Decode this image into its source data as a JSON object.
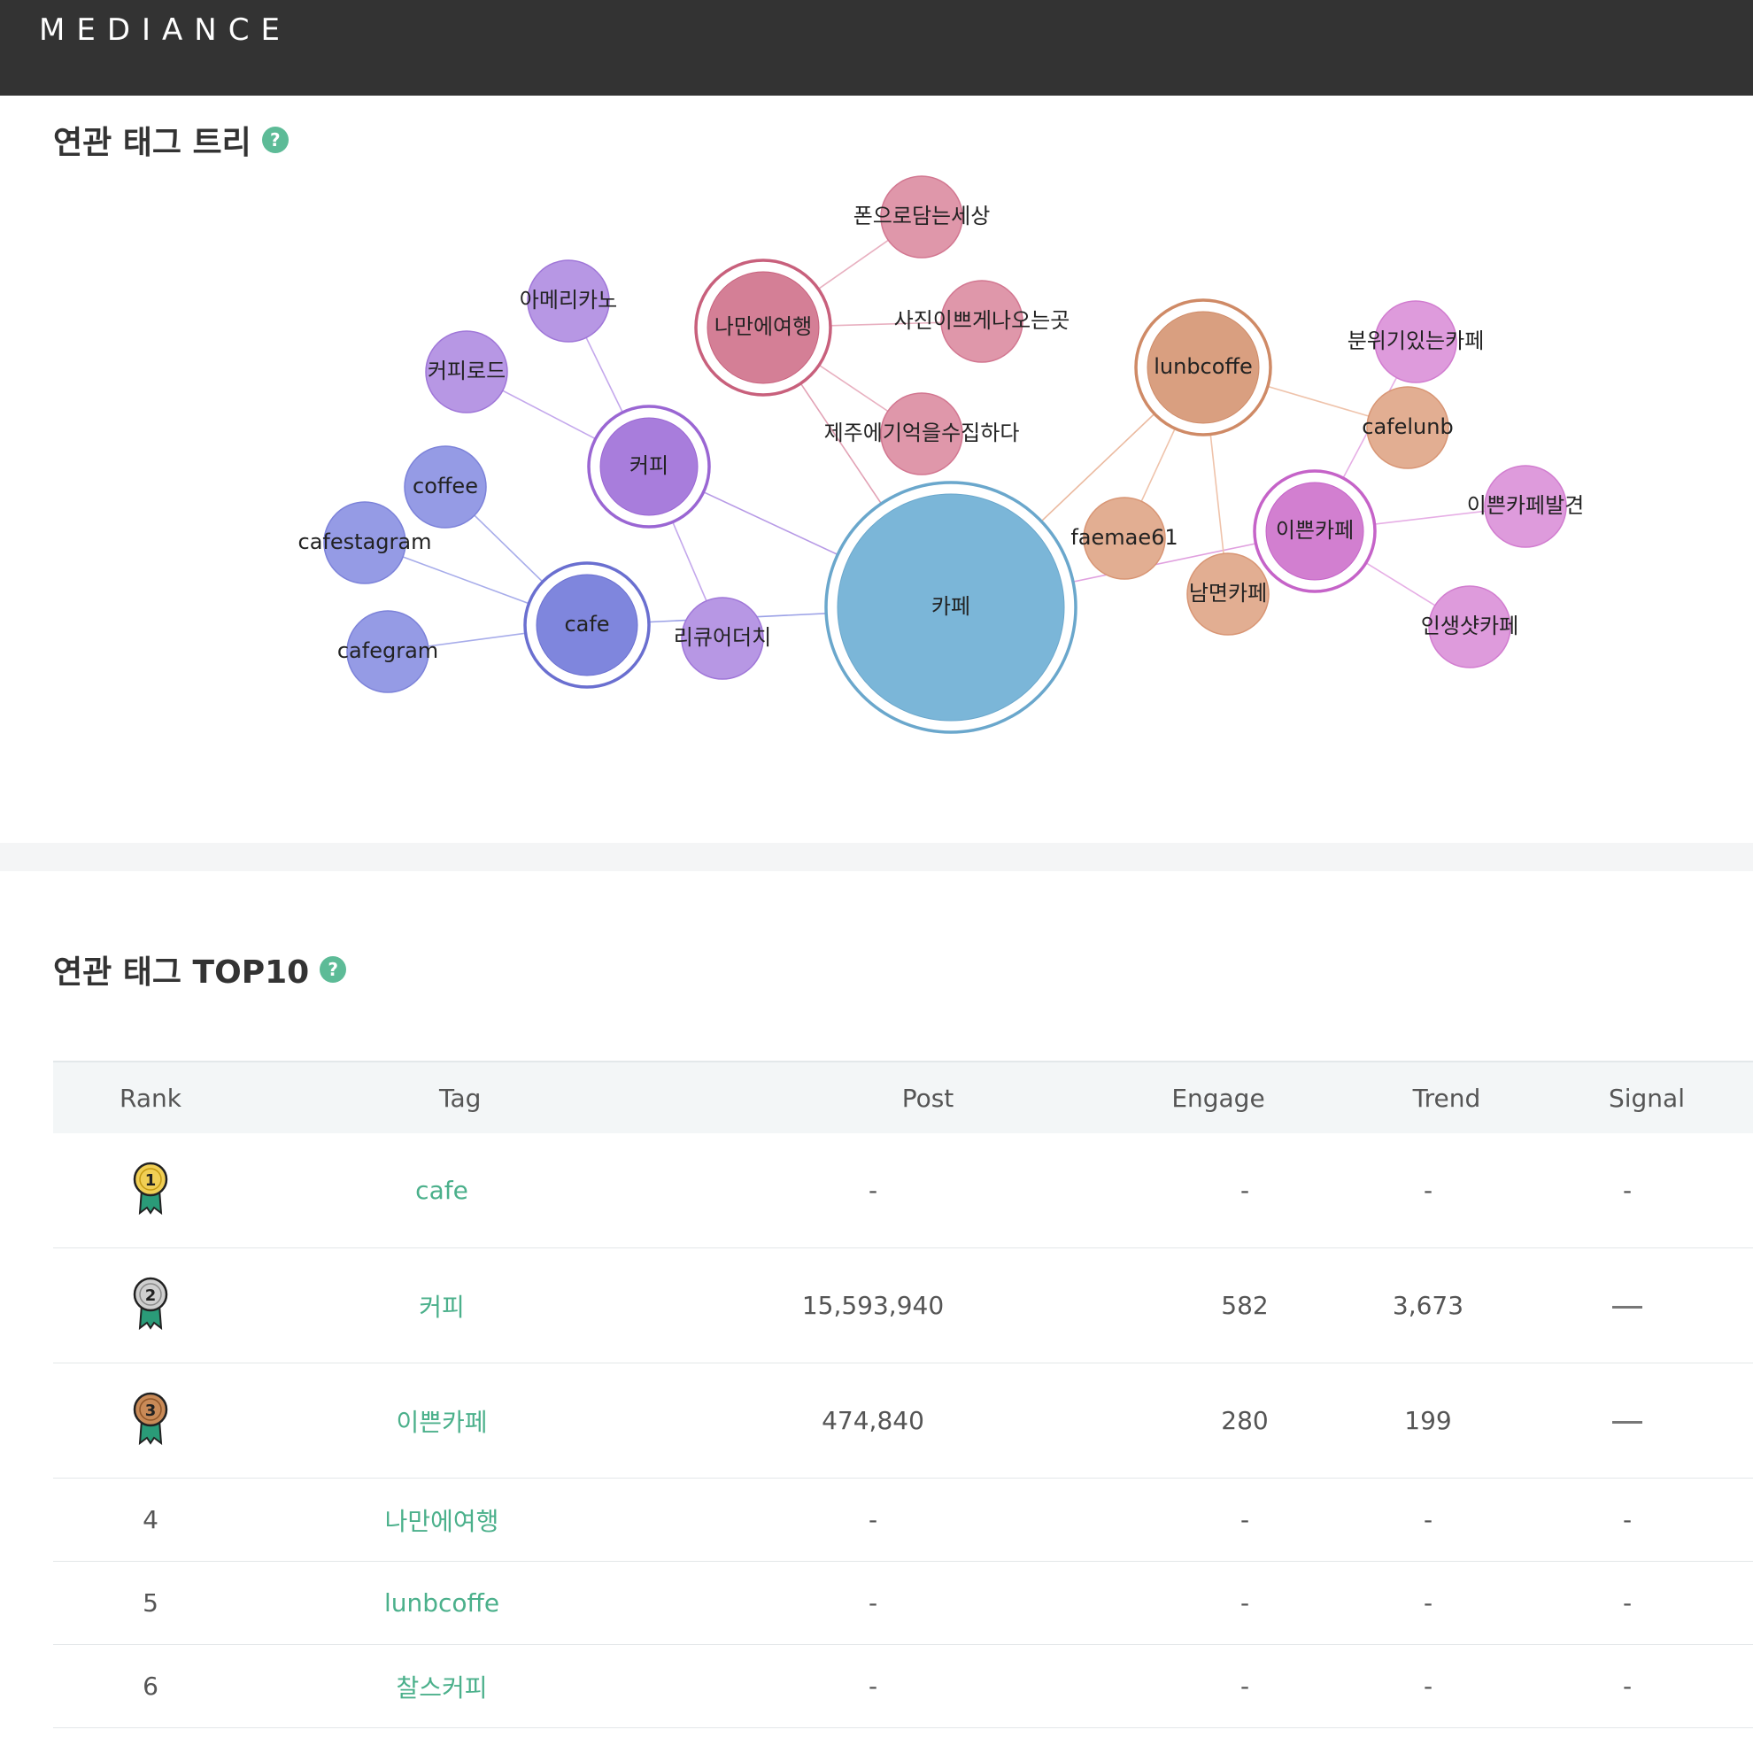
{
  "header": {
    "brand": "MEDIANCE"
  },
  "tree_section": {
    "title": "연관 태그 트리",
    "help": "?"
  },
  "top10_section": {
    "title": "연관 태그 TOP10",
    "help": "?"
  },
  "graph": {
    "nodes": [
      {
        "id": "cafe_kr",
        "label": "카페",
        "color": "#7bb6d8",
        "stroke": "#6aa7cc",
        "ring": true
      },
      {
        "id": "cafe",
        "label": "cafe",
        "color": "#7f86dd",
        "stroke": "#6a6fd0",
        "ring": true
      },
      {
        "id": "coffee_kr",
        "label": "커피",
        "color": "#a87ddc",
        "stroke": "#9a66d3",
        "ring": true
      },
      {
        "id": "naman",
        "label": "나만에여행",
        "color": "#d47f96",
        "stroke": "#c8607c",
        "ring": true
      },
      {
        "id": "lunbcoffe",
        "label": "lunbcoffe",
        "color": "#d99f80",
        "stroke": "#cf8a66",
        "ring": true
      },
      {
        "id": "yeppeun",
        "label": "이쁜카페",
        "color": "#d27fd0",
        "stroke": "#c563c8",
        "ring": true
      },
      {
        "id": "coffee",
        "label": "coffee",
        "color": "#959be5",
        "stroke": "#7c82d9",
        "ring": false
      },
      {
        "id": "cafestagram",
        "label": "cafestagram",
        "color": "#959be5",
        "stroke": "#7c82d9",
        "ring": false
      },
      {
        "id": "cafegram",
        "label": "cafegram",
        "color": "#959be5",
        "stroke": "#7c82d9",
        "ring": false
      },
      {
        "id": "americano",
        "label": "아메리카노",
        "color": "#b797e4",
        "stroke": "#9f76d8",
        "ring": false
      },
      {
        "id": "coffeeroad",
        "label": "커피로드",
        "color": "#b797e4",
        "stroke": "#9f76d8",
        "ring": false
      },
      {
        "id": "retouch",
        "label": "리큐어더치",
        "color": "#b797e4",
        "stroke": "#9f76d8",
        "ring": false
      },
      {
        "id": "phone",
        "label": "폰으로담는세상",
        "color": "#df97aa",
        "stroke": "#d27690",
        "ring": false
      },
      {
        "id": "photo",
        "label": "사진이쁘게나오는곳",
        "color": "#df97aa",
        "stroke": "#d27690",
        "ring": false
      },
      {
        "id": "jeju",
        "label": "제주에기억을수집하다",
        "color": "#df97aa",
        "stroke": "#d27690",
        "ring": false
      },
      {
        "id": "faemae",
        "label": "faemae61",
        "color": "#e2ae92",
        "stroke": "#d89574",
        "ring": false
      },
      {
        "id": "nammyeon",
        "label": "남면카페",
        "color": "#e2ae92",
        "stroke": "#d89574",
        "ring": false
      },
      {
        "id": "cafelunb",
        "label": "cafelunb",
        "color": "#e2ae92",
        "stroke": "#d89574",
        "ring": false
      },
      {
        "id": "mood",
        "label": "분위기있는카페",
        "color": "#de9bdc",
        "stroke": "#d17ccf",
        "ring": false
      },
      {
        "id": "discover",
        "label": "이쁜카페발견",
        "color": "#de9bdc",
        "stroke": "#d17ccf",
        "ring": false
      },
      {
        "id": "insaeng",
        "label": "인생샷카페",
        "color": "#de9bdc",
        "stroke": "#d17ccf",
        "ring": false
      }
    ]
  },
  "table": {
    "headers": {
      "rank": "Rank",
      "tag": "Tag",
      "post": "Post",
      "engage": "Engage",
      "trend": "Trend",
      "signal": "Signal"
    },
    "rows": [
      {
        "rank": "1",
        "medal": "gold",
        "tag": "cafe",
        "post": "-",
        "engage": "-",
        "trend": "-",
        "signal": "-"
      },
      {
        "rank": "2",
        "medal": "silver",
        "tag": "커피",
        "post": "15,593,940",
        "engage": "582",
        "trend": "3,673",
        "signal": "dash"
      },
      {
        "rank": "3",
        "medal": "bronze",
        "tag": "이쁜카페",
        "post": "474,840",
        "engage": "280",
        "trend": "199",
        "signal": "dash"
      },
      {
        "rank": "4",
        "medal": "",
        "tag": "나만에여행",
        "post": "-",
        "engage": "-",
        "trend": "-",
        "signal": "-"
      },
      {
        "rank": "5",
        "medal": "",
        "tag": "lunbcoffe",
        "post": "-",
        "engage": "-",
        "trend": "-",
        "signal": "-"
      },
      {
        "rank": "6",
        "medal": "",
        "tag": "찰스커피",
        "post": "-",
        "engage": "-",
        "trend": "-",
        "signal": "-"
      }
    ]
  }
}
